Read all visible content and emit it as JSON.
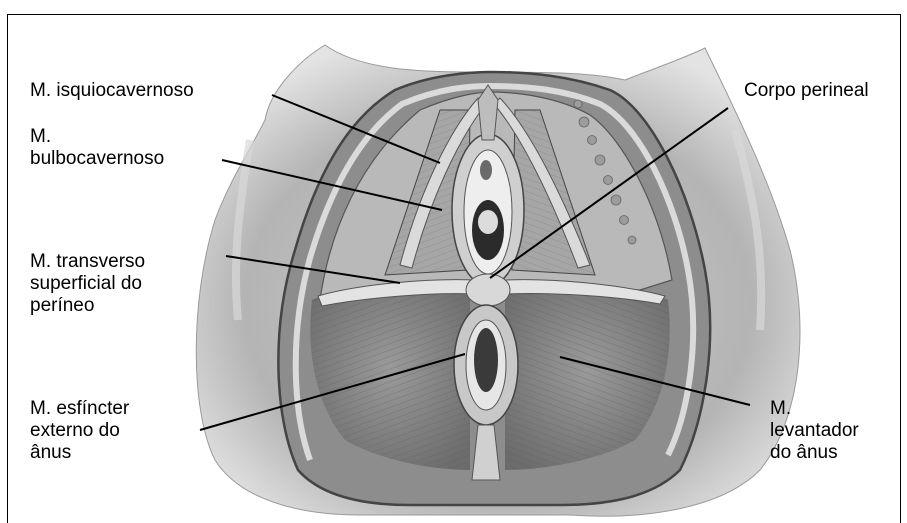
{
  "labels": {
    "isquiocavernoso": [
      "M. isquiocavernoso"
    ],
    "bulbocavernoso": [
      "M.",
      "bulbocavernoso"
    ],
    "transverso": [
      "M. transverso",
      "superficial do",
      "períneo"
    ],
    "esfincter": [
      "M. esfíncter",
      "externo do",
      "ânus"
    ],
    "corpo_perineal": [
      "Corpo perineal"
    ],
    "levantador": [
      "M.",
      "levantador",
      "do ânus"
    ]
  },
  "colors": {
    "line": "#000000",
    "tissue_light": "#e6e6e6",
    "tissue_mid": "#bdbdbd",
    "tissue_dark": "#6e6e6e"
  }
}
